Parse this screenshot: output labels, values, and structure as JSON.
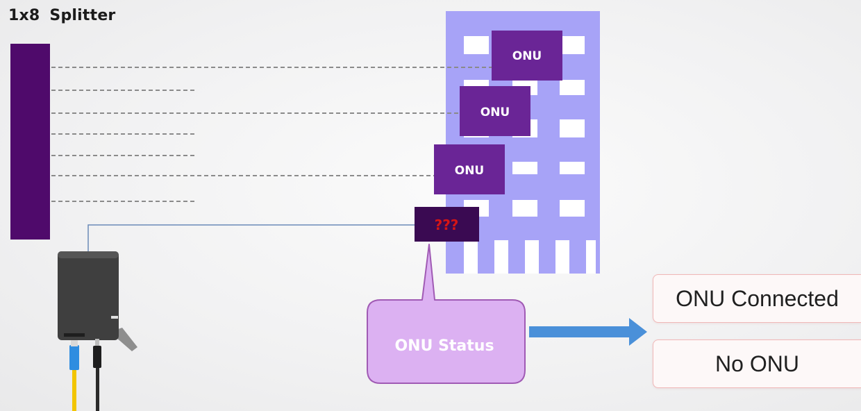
{
  "title": {
    "ratio": "1x8",
    "device": "Splitter"
  },
  "building": {
    "onus": [
      {
        "label": "ONU"
      },
      {
        "label": "ONU"
      },
      {
        "label": "ONU"
      }
    ],
    "unknown_label": "???"
  },
  "callout": {
    "label": "ONU Status"
  },
  "results": [
    {
      "label": "ONU Connected"
    },
    {
      "label": "No ONU"
    }
  ],
  "colors": {
    "splitter": "#4f0a6b",
    "building": "#a7a3f7",
    "onu_box": "#6a2596",
    "unknown_box": "#3a0a52",
    "callout_fill": "#dcb1f2",
    "callout_stroke": "#a05ab4",
    "arrow": "#4a90d9",
    "result_border": "#f0b7b7"
  },
  "icons": [
    "splitter-bar-icon",
    "building-icon",
    "pon-tester-device-icon",
    "sc-connector-icon",
    "usb-c-cable-icon",
    "right-arrow-icon"
  ]
}
